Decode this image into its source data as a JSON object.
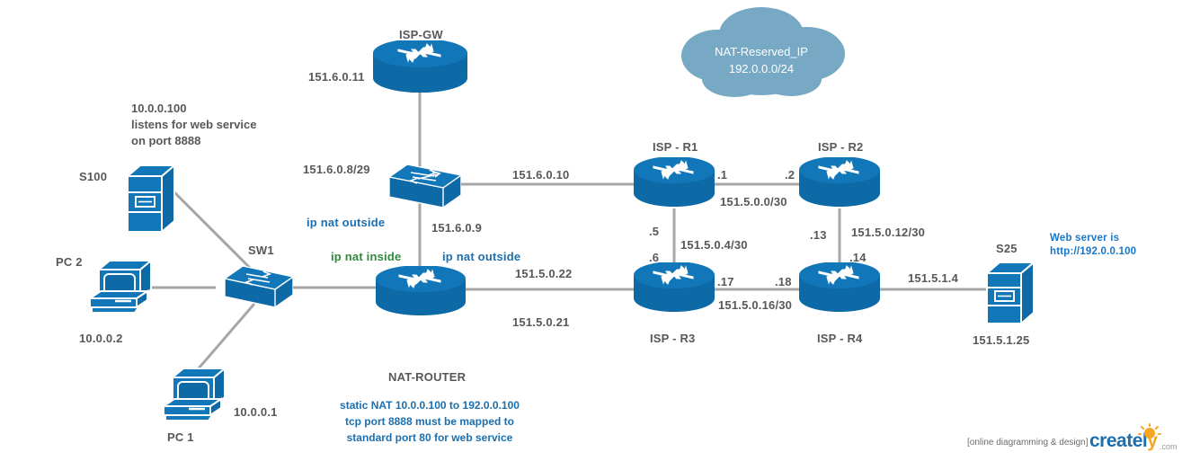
{
  "diagram": {
    "title": "NAT network topology",
    "colors": {
      "device_blue": "#1277B8",
      "device_blue_dark": "#0E6AA6",
      "cloud_blue": "#77A9C4",
      "label_gray": "#58585B",
      "accent_blue": "#1B6FAF",
      "accent_green": "#2E8B3D",
      "link_gray": "#A6A6A6"
    }
  },
  "cloud": {
    "line1": "NAT-Reserved_IP",
    "line2": "192.0.0.0/24"
  },
  "nodes": {
    "isp_gw": {
      "label": "ISP-GW",
      "ip": "151.6.0.11"
    },
    "sw_core": {
      "subnet": "151.6.0.8/29",
      "link_right": "151.6.0.10",
      "ip_down": "151.6.0.9"
    },
    "nat_router": {
      "label": "NAT-ROUTER",
      "nat_outside_upper": "ip nat outside",
      "nat_inside": "ip nat inside",
      "nat_outside_right": "ip nat outside",
      "link_up": "151.5.0.22",
      "link_down": "151.5.0.21"
    },
    "isp_r1": {
      "label": "ISP - R1",
      "if_right": ".1",
      "if_down": ".5"
    },
    "isp_r2": {
      "label": "ISP - R2",
      "if_left": ".2",
      "if_down": ".13"
    },
    "isp_r3": {
      "label": "ISP - R3",
      "if_up": ".6",
      "if_right": ".17"
    },
    "isp_r4": {
      "label": "ISP - R4",
      "if_up": ".14",
      "if_left": ".18"
    },
    "sw1": {
      "label": "SW1"
    },
    "pc1": {
      "label": "PC 1",
      "ip": "10.0.0.1"
    },
    "pc2": {
      "label": "PC 2",
      "ip": "10.0.0.2"
    },
    "server_s100": {
      "label": "S100",
      "note_line1": "10.0.0.100",
      "note_line2": "listens for web service",
      "note_line3": "on port 8888"
    },
    "server_s25": {
      "label": "S25",
      "ip": "151.5.1.25",
      "link_ip": "151.5.1.4",
      "note_line1": "Web server is",
      "note_line2": "http://192.0.0.100"
    }
  },
  "subnets": {
    "r1_r2": "151.5.0.0/30",
    "r1_r3": "151.5.0.4/30",
    "r2_r4": "151.5.0.12/30",
    "r3_r4": "151.5.0.16/30"
  },
  "nat_config": {
    "title": "NAT-ROUTER",
    "line1": "static NAT 10.0.0.100 to 192.0.0.100",
    "line2": "tcp port 8888 must be mapped to",
    "line3": "standard port 80 for web service"
  },
  "watermark": {
    "tagline": "[online diagramming & design]",
    "brand_a": "creat",
    "brand_b": "el",
    "brand_c": "y",
    "domain": ".com"
  }
}
